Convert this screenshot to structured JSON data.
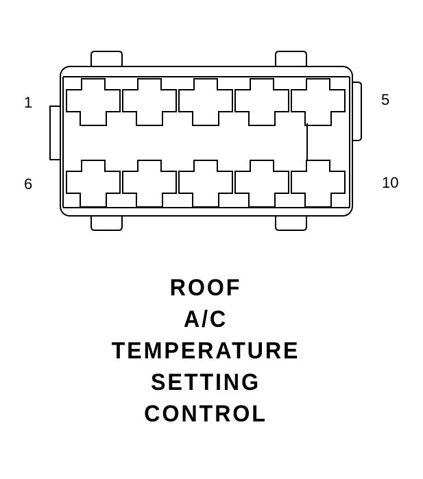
{
  "connector": {
    "pin_labels": {
      "top_left": "1",
      "top_right": "5",
      "bottom_left": "6",
      "bottom_right": "10"
    },
    "pins_per_row": 5,
    "rows": 2
  },
  "caption": {
    "lines": [
      "ROOF",
      "A/C",
      "TEMPERATURE",
      "SETTING",
      "CONTROL"
    ]
  },
  "colors": {
    "stroke": "#000000",
    "background": "#ffffff"
  }
}
